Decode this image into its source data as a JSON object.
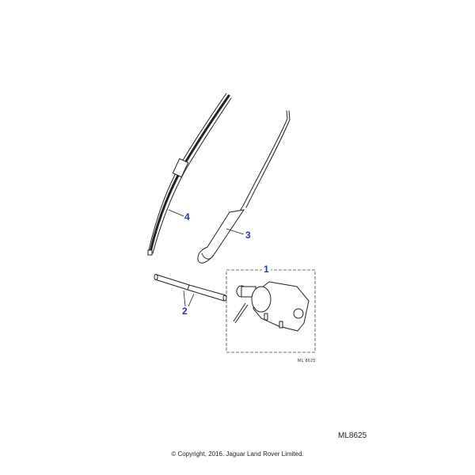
{
  "diagram": {
    "title_ref": "ML8625",
    "inner_ref": "ML 8625",
    "callouts": [
      {
        "id": "1",
        "label": "1",
        "part": "wiper-motor-assembly"
      },
      {
        "id": "2",
        "label": "2",
        "part": "drive-rack-tubes"
      },
      {
        "id": "3",
        "label": "3",
        "part": "wiper-arm"
      },
      {
        "id": "4",
        "label": "4",
        "part": "wiper-blade"
      }
    ],
    "callout_color": "#1a35d6"
  },
  "footer": {
    "copyright": "© Copyright, 2016. Jaguar Land Rover Limited."
  }
}
